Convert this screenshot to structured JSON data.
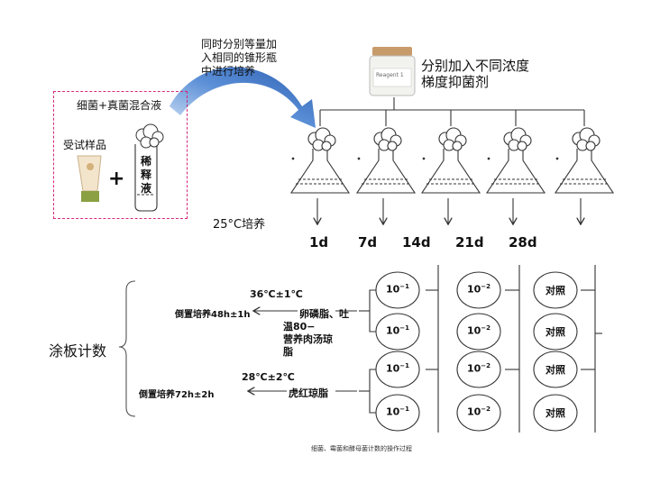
{
  "texts": {
    "arrow_note_1": "同时分别等量加",
    "arrow_note_2": "入相同的锥形瓶",
    "arrow_note_3": "中进行培养",
    "agent_note_1": "分别加入不同浓度",
    "agent_note_2": "梯度抑菌剂",
    "reagent_label": "Reagent 1",
    "mix_label": "细菌+真菌混合液",
    "sample_label": "受试样品",
    "plus": "+",
    "dilution_label": "稀释液",
    "temp_culture": "25°C培养",
    "plate_count": "涂板计数",
    "temp_36": "36℃±1℃",
    "invert_48": "倒置培养48h±1h",
    "medium_1": "卵磷脂、吐",
    "medium_2": "温80−",
    "medium_3": "营养肉汤琼",
    "medium_4": "脂",
    "temp_28": "28℃±2℃",
    "invert_72": "倒置培养72h±2h",
    "medium_rose": "虎红琼脂",
    "caption": "细菌、霉菌和酵母菌计数的操作过程"
  },
  "days": [
    "1d",
    "7d",
    "14d",
    "21d",
    "28d"
  ],
  "plates": {
    "col1": "10",
    "col1_exp": "−1",
    "col2": "10",
    "col2_exp": "−2",
    "col3": "对照"
  },
  "colors": {
    "arrow_fill": "#3b6fc4",
    "dash_border": "#d4287a",
    "line": "#333333"
  }
}
